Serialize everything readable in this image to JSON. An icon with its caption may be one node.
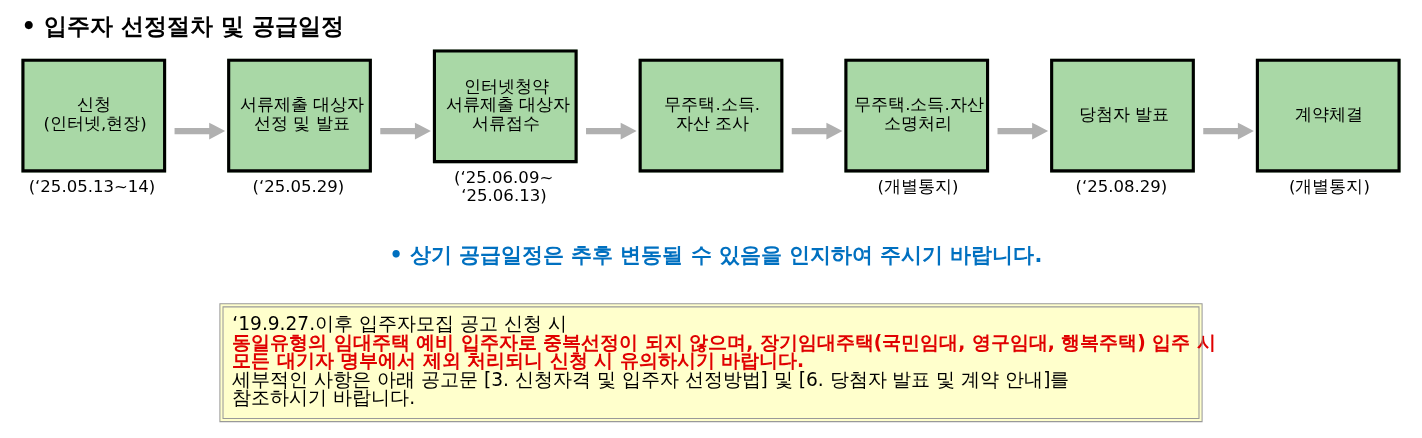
{
  "diagram": {
    "title": "• 입주자 선정절차 및 공급일정",
    "nodes": [
      {
        "text": [
          "신청 (인터넷,현장)"
        ],
        "beside": [
          "(‘25.05.13~14)"
        ]
      },
      {
        "text": [
          "서류제출 대상자 선정 및 발표"
        ],
        "beside": [
          "(‘25.05.29)"
        ]
      },
      {
        "text": [
          "인터넷청약 서류제출 대상자 서류접수"
        ],
        "beside": [
          "(‘25.06.09~ ‘25.06.13)"
        ]
      },
      {
        "text": [
          "무주택.소득. 자산 조사"
        ]
      },
      {
        "text": [
          "무주택.소득.자산 소명처리"
        ],
        "beside": [
          "(개별통지)"
        ]
      },
      {
        "text": [
          "당첨자 발표"
        ],
        "beside": [
          "(‘25.08.29)"
        ]
      },
      {
        "text": [
          "계약체결"
        ],
        "beside": [
          "(개별통지)"
        ]
      }
    ],
    "edges": [
      {
        "from": 0,
        "to": 1,
        "arrow": "to"
      },
      {
        "from": 1,
        "to": 2,
        "arrow": "to"
      },
      {
        "from": 2,
        "to": 3,
        "arrow": "to"
      },
      {
        "from": 3,
        "to": 4,
        "arrow": "to"
      },
      {
        "from": 4,
        "to": 5,
        "arrow": "to"
      },
      {
        "from": 5,
        "to": 6,
        "arrow": "to"
      }
    ],
    "labels": [
      "• 상기 공급일정은 추후 변동될 수 있음을 인지하여 주시기 바랍니다.",
      "‘19.9.27.이후 입주자모집 공고 신청 시 **동일유형의 임대주택 예비 입주자로 중복선정이 되지 않으며, 장기임대주택(국민임대, 영구임대, 행복주택) 입주 시 모든 대기자 명부에서 제외 처리되니 신청 시 유의하시기 바랍니다.** 세부적인 사항은 아래 공고문 [3. 신청자격 및 입주자 선정방법] 및 [6. 당첨자 발표 및 계약 안내]를 참조하시기 바랍니다."
    ]
  }
}
